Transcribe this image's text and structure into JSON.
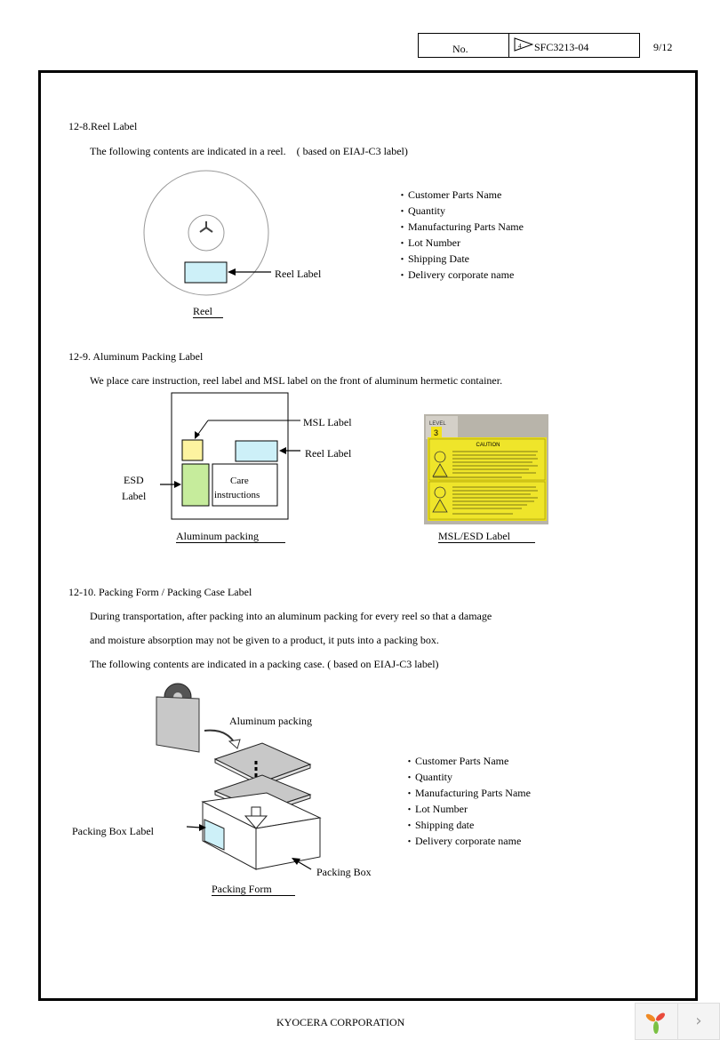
{
  "header": {
    "no_label": "No.",
    "doc_number": "SFC3213-04",
    "page": "9/12"
  },
  "s1": {
    "heading": "12-8.Reel Label",
    "intro": "The following contents are indicated in a reel.　( based on EIAJ-C3 label)",
    "reel_label": "Reel Label",
    "caption": "Reel",
    "items": [
      "Customer Parts Name",
      "Quantity",
      "Manufacturing Parts Name",
      "Lot Number",
      "Shipping Date",
      "Delivery corporate name"
    ]
  },
  "s2": {
    "heading": "12-9. Aluminum Packing Label",
    "intro": "We place care instruction, reel label and MSL label on the front of aluminum hermetic container.",
    "msl_label": "MSL Label",
    "reel_label": "Reel Label",
    "esd_line1": "ESD",
    "esd_line2": "Label",
    "care_line1": "Care",
    "care_line2": "instructions",
    "caption_left": "Aluminum packing",
    "caption_right": "MSL/ESD Label",
    "photo": {
      "level_word": "LEVEL",
      "level_num": "3",
      "caution": "CAUTION"
    }
  },
  "s3": {
    "heading": "12-10. Packing Form / Packing Case Label",
    "p1": "During transportation, after packing into an aluminum packing for every reel so that a damage",
    "p2": "and moisture absorption may not be given to a product, it puts into a packing box.",
    "p3": "The following contents are indicated in a packing case. ( based on EIAJ-C3 label)",
    "alu_label": "Aluminum packing",
    "box_label_label": "Packing Box Label",
    "box_label": "Packing Box",
    "caption": "Packing Form",
    "items": [
      "Customer Parts Name",
      "Quantity",
      "Manufacturing Parts Name",
      "Lot Number",
      "Shipping date",
      "Delivery corporate name"
    ]
  },
  "footer": {
    "company": "KYOCERA CORPORATION"
  },
  "viewer_nav": {
    "next_glyph": "›"
  }
}
